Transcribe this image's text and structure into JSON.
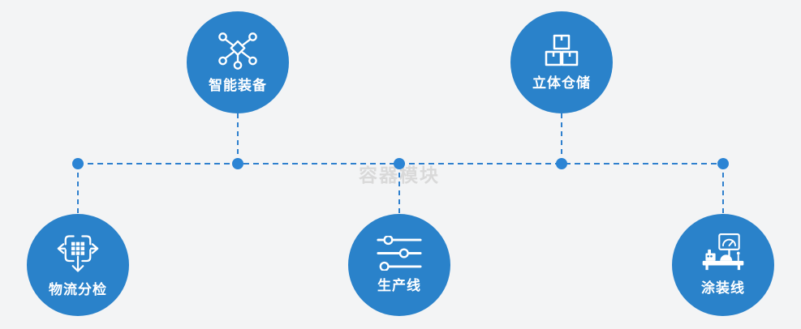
{
  "watermark": {
    "text": "容器模块"
  },
  "colors": {
    "accent_blue": "#2a82ca",
    "connector_blue": "#2e80ce",
    "background": "#f3f4f5",
    "label_text": "#ffffff",
    "watermark_gray": "#d9d9d9"
  },
  "diagram": {
    "nodes": [
      {
        "id": "smart-equipment",
        "label": "智能装备",
        "icon": "network-nodes-icon"
      },
      {
        "id": "vertical-warehouse",
        "label": "立体仓储",
        "icon": "stacked-boxes-icon"
      },
      {
        "id": "logistics-sorting",
        "label": "物流分检",
        "icon": "sorting-arrows-icon"
      },
      {
        "id": "production-line",
        "label": "生产线",
        "icon": "sliders-icon"
      },
      {
        "id": "coating-line",
        "label": "涂装线",
        "icon": "coating-machine-icon"
      }
    ]
  }
}
